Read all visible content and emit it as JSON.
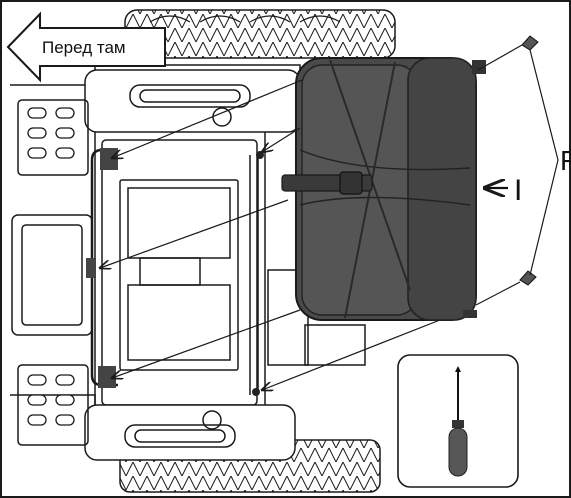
{
  "direction_label": "Перед там",
  "callout_letter_i": "I",
  "callout_letter_r": "F",
  "colors": {
    "line": "#1a1a1a",
    "seat_fill": "#4a4a4a",
    "seat_dark": "#2f2f2f",
    "screw": "#555555",
    "driver_handle": "#575757",
    "page_bg": "#ffffff"
  },
  "icons": [
    "arrow-left-icon",
    "screw-icon",
    "screwdriver-icon"
  ]
}
